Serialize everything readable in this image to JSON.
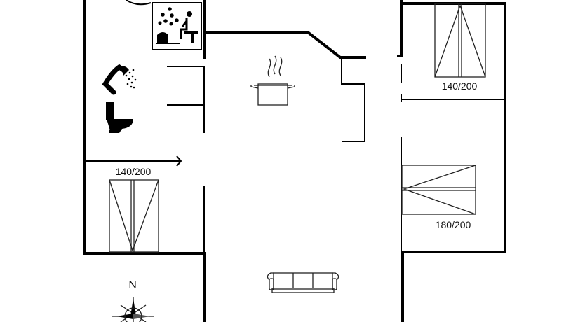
{
  "rooms": {
    "bedroom_top_right": {
      "bed_label": "140/200"
    },
    "bedroom_left": {
      "bed_label": "140/200"
    },
    "bedroom_bottom_right": {
      "bed_label": "180/200"
    }
  },
  "compass": {
    "north_label": "N"
  },
  "icons": {
    "sauna": "sauna-icon",
    "shower": "shower-icon",
    "toilet": "toilet-icon",
    "kitchen": "cooking-pot-icon",
    "sofa": "sofa-icon",
    "compass": "compass-rose-icon"
  }
}
